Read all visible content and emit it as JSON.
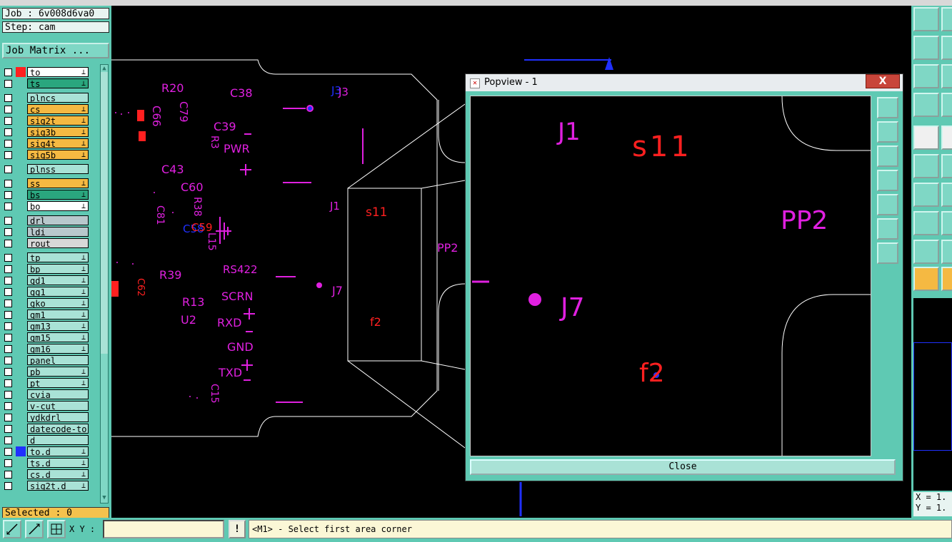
{
  "info": {
    "job": "Job : 6v008d6va0",
    "step": "Step: cam",
    "job_matrix": "Job Matrix ...",
    "selected": "Selected : 0"
  },
  "layers": [
    {
      "name": "to",
      "color": "#ffffff",
      "flag": "⟂"
    },
    {
      "name": "ts",
      "color": "#2aa67e",
      "flag": "⟂"
    },
    {
      "name": "plncs",
      "color": "#a9e2d6",
      "flag": ""
    },
    {
      "name": "cs",
      "color": "#f5b942",
      "flag": "⟂"
    },
    {
      "name": "sig2t",
      "color": "#f5b942",
      "flag": "⟂"
    },
    {
      "name": "sig3b",
      "color": "#f5b942",
      "flag": "⟂"
    },
    {
      "name": "sig4t",
      "color": "#f5b942",
      "flag": "⟂"
    },
    {
      "name": "sig5b",
      "color": "#f5b942",
      "flag": "⟂"
    },
    {
      "name": "plnss",
      "color": "#a9e2d6",
      "flag": ""
    },
    {
      "name": "ss",
      "color": "#f5b942",
      "flag": "⟂"
    },
    {
      "name": "bs",
      "color": "#2aa67e",
      "flag": "⟂"
    },
    {
      "name": "bo",
      "color": "#ffffff",
      "flag": "⟂"
    },
    {
      "name": "drl",
      "color": "#b8c8cc",
      "flag": ""
    },
    {
      "name": "ldi",
      "color": "#b8c8cc",
      "flag": ""
    },
    {
      "name": "rout",
      "color": "#d8d8d8",
      "flag": ""
    },
    {
      "name": "tp",
      "color": "#a9e2d6",
      "flag": "⟂"
    },
    {
      "name": "bp",
      "color": "#a9e2d6",
      "flag": "⟂"
    },
    {
      "name": "gd1",
      "color": "#a9e2d6",
      "flag": "⟂"
    },
    {
      "name": "gg1",
      "color": "#a9e2d6",
      "flag": "⟂"
    },
    {
      "name": "gko",
      "color": "#a9e2d6",
      "flag": "⟂"
    },
    {
      "name": "gm1",
      "color": "#a9e2d6",
      "flag": "⟂"
    },
    {
      "name": "gm13",
      "color": "#a9e2d6",
      "flag": "⟂"
    },
    {
      "name": "gm15",
      "color": "#a9e2d6",
      "flag": "⟂"
    },
    {
      "name": "gm16",
      "color": "#a9e2d6",
      "flag": "⟂"
    },
    {
      "name": "panel",
      "color": "#a9e2d6",
      "flag": ""
    },
    {
      "name": "pb",
      "color": "#a9e2d6",
      "flag": "⟂"
    },
    {
      "name": "pt",
      "color": "#a9e2d6",
      "flag": "⟂"
    },
    {
      "name": "cvia",
      "color": "#a9e2d6",
      "flag": ""
    },
    {
      "name": "v-cut",
      "color": "#a9e2d6",
      "flag": ""
    },
    {
      "name": "ydkdrl",
      "color": "#a9e2d6",
      "flag": ""
    },
    {
      "name": "datecode-to",
      "color": "#a9e2d6",
      "flag": ""
    },
    {
      "name": "d",
      "color": "#a9e2d6",
      "flag": ""
    },
    {
      "name": "to.d",
      "color": "#a9e2d6",
      "flag": "⟂"
    },
    {
      "name": "ts.d",
      "color": "#a9e2d6",
      "flag": "⟂"
    },
    {
      "name": "cs.d",
      "color": "#a9e2d6",
      "flag": "⟂"
    },
    {
      "name": "sig2t.d",
      "color": "#a9e2d6",
      "flag": "⟂"
    }
  ],
  "canvas_labels": {
    "r20": "R20",
    "c38": "C38",
    "j3a": "J3",
    "j3b": "J3",
    "c66": "C66",
    "c79": "C79",
    "c39": "C39",
    "r3": "R3",
    "pwr": "PWR",
    "c43": "C43",
    "c60": "C60",
    "r38": "R38",
    "c81": "C81",
    "c59": "C59",
    "c58": "C58",
    "l15": "L15",
    "rs422": "RS422",
    "r39": "R39",
    "r13": "R13",
    "scrn": "SCRN",
    "u2": "U2",
    "rxd": "RXD",
    "gnd": "GND",
    "txd": "TXD",
    "c15": "C15",
    "j1": "J1",
    "s11": "s11",
    "j7": "J7",
    "f2": "f2",
    "pp2": "PP2",
    "c62": "C62"
  },
  "popview": {
    "title": "Popview - 1",
    "close_x": "X",
    "close_label": "Close",
    "labels": {
      "j1": "J1",
      "s11": "s11",
      "pp2": "PP2",
      "j7": "J7",
      "f2": "f2"
    }
  },
  "coords": {
    "x": "X = 1.",
    "y": "Y = 1."
  },
  "bottom": {
    "xy_label": "X Y :",
    "xy_value": "",
    "bang": "!",
    "status": "<M1> - Select first area corner"
  }
}
